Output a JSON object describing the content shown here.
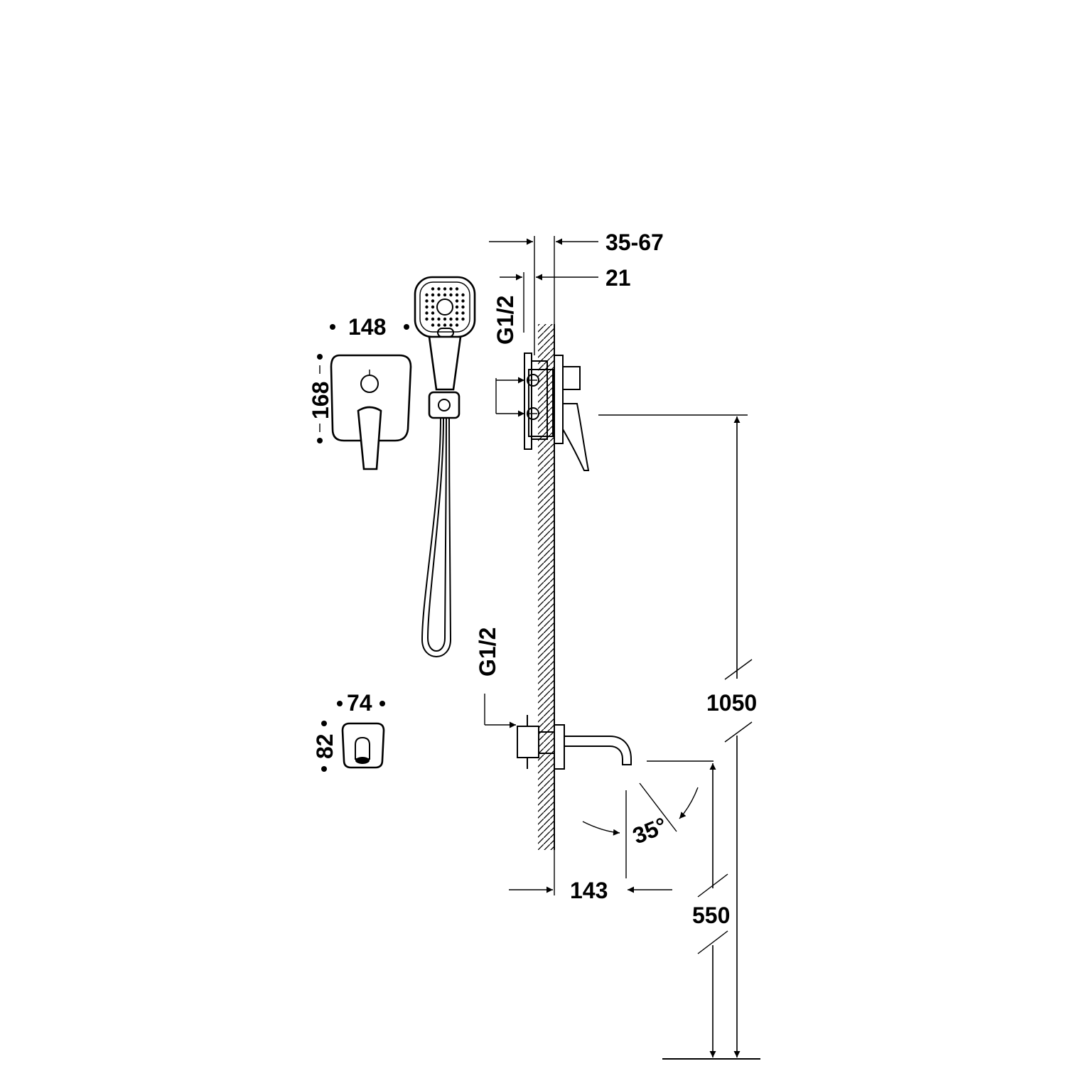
{
  "dimensions": {
    "depth_range": "35-67",
    "wall_offset": "21",
    "thread_top": "G1/2",
    "thread_bottom": "G1/2",
    "plate_width": "148",
    "plate_height": "168",
    "spout_plate_width": "74",
    "spout_plate_height": "82",
    "mixer_height": "1050",
    "spout_height": "550",
    "spout_projection": "143",
    "spout_angle": "35°"
  },
  "colors": {
    "line": "#000000",
    "background": "#ffffff"
  }
}
